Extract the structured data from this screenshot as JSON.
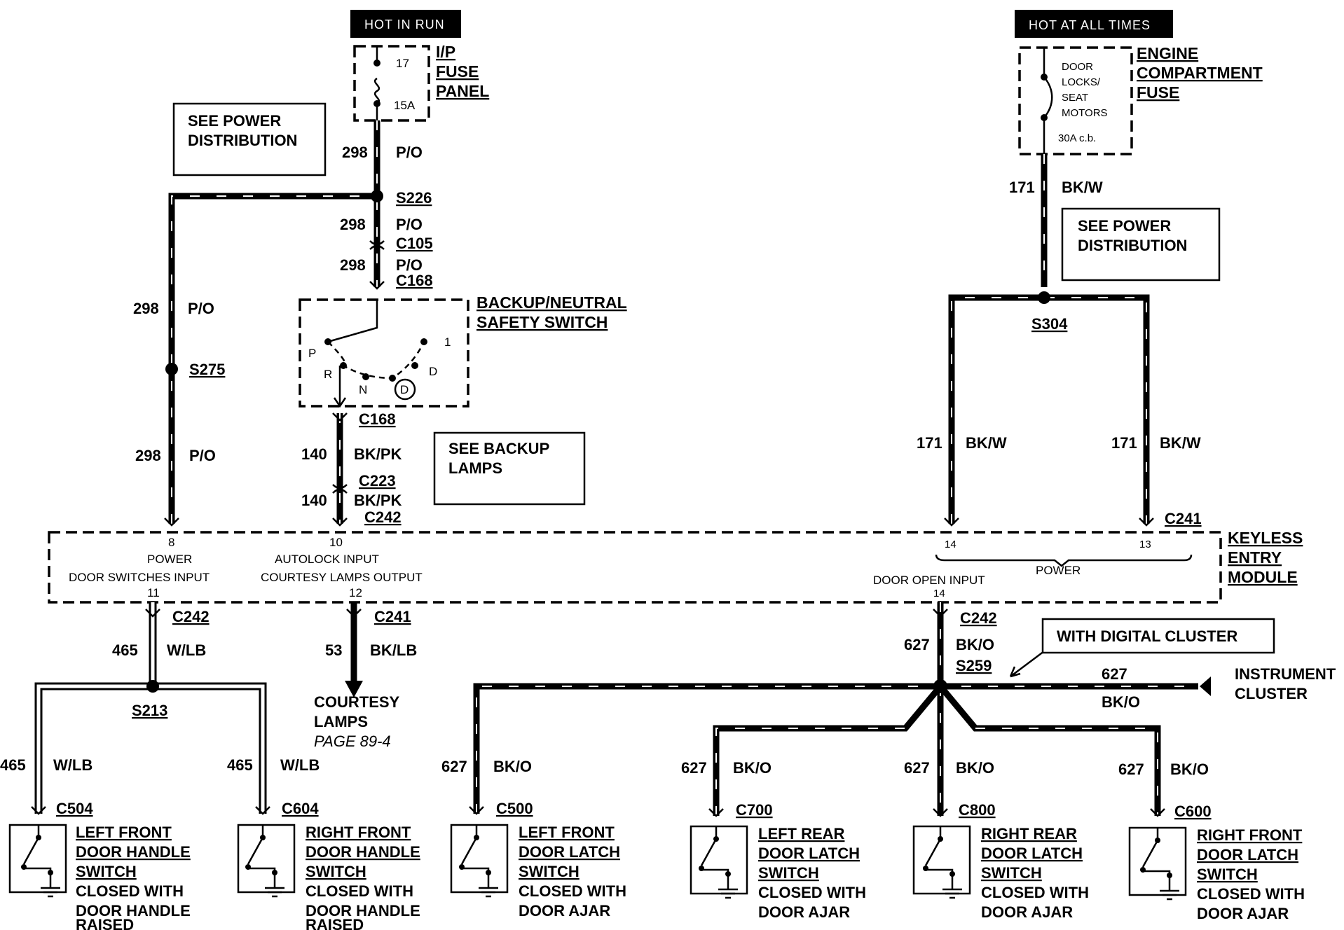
{
  "fuse_ip": {
    "header": "HOT IN RUN",
    "title": [
      "I/P",
      "FUSE",
      "PANEL"
    ],
    "number": "17",
    "rating": "15A"
  },
  "fuse_engine": {
    "header": "HOT AT ALL TIMES",
    "title": [
      "ENGINE",
      "COMPARTMENT",
      "FUSE"
    ],
    "inner": [
      "DOOR",
      "LOCKS/",
      "SEAT",
      "MOTORS",
      "30A c.b."
    ]
  },
  "see_power_left": [
    "SEE POWER",
    "DISTRIBUTION"
  ],
  "see_power_right": [
    "SEE POWER",
    "DISTRIBUTION"
  ],
  "see_backup": [
    "SEE BACKUP",
    "LAMPS"
  ],
  "wires": {
    "w298_a": {
      "num": "298",
      "color": "P/O"
    },
    "w298_b": {
      "num": "298",
      "color": "P/O"
    },
    "w298_c": {
      "num": "298",
      "color": "P/O"
    },
    "w298_left1": {
      "num": "298",
      "color": "P/O"
    },
    "w298_left2": {
      "num": "298",
      "color": "P/O"
    },
    "w140_a": {
      "num": "140",
      "color": "BK/PK"
    },
    "w140_b": {
      "num": "140",
      "color": "BK/PK"
    },
    "w171_top": {
      "num": "171",
      "color": "BK/W"
    },
    "w171_l": {
      "num": "171",
      "color": "BK/W"
    },
    "w171_r": {
      "num": "171",
      "color": "BK/W"
    },
    "w465_top": {
      "num": "465",
      "color": "W/LB"
    },
    "w465_l": {
      "num": "465",
      "color": "W/LB"
    },
    "w465_r": {
      "num": "465",
      "color": "W/LB"
    },
    "w53": {
      "num": "53",
      "color": "BK/LB"
    },
    "w627_top": {
      "num": "627",
      "color": "BK/O"
    },
    "w627_ic": {
      "num": "627",
      "color": "BK/O"
    },
    "w627_1": {
      "num": "627",
      "color": "BK/O"
    },
    "w627_2": {
      "num": "627",
      "color": "BK/O"
    },
    "w627_3": {
      "num": "627",
      "color": "BK/O"
    },
    "w627_4": {
      "num": "627",
      "color": "BK/O"
    }
  },
  "splices": {
    "s226": "S226",
    "s275": "S275",
    "s304": "S304",
    "s213": "S213",
    "s259": "S259"
  },
  "connectors": {
    "c105": "C105",
    "c168_top": "C168",
    "c168_bot": "C168",
    "c223": "C223",
    "c242_top": "C242",
    "c241_top": "C241",
    "c242_l": "C242",
    "c241_mid": "C241",
    "c242_r": "C242",
    "c504": "C504",
    "c604": "C604",
    "c500": "C500",
    "c700": "C700",
    "c800": "C800",
    "c600": "C600"
  },
  "backup_switch": {
    "title": [
      "BACKUP/NEUTRAL",
      "SAFETY SWITCH"
    ],
    "positions": {
      "p": "P",
      "r": "R",
      "n": "N",
      "d": "D",
      "d_circled": "D",
      "one": "1"
    }
  },
  "module": {
    "title": [
      "KEYLESS",
      "ENTRY",
      "MODULE"
    ],
    "pin8": "8",
    "pin8_label": "POWER",
    "pin11_label": "DOOR SWITCHES INPUT",
    "pin11": "11",
    "pin10": "10",
    "pin10_label": "AUTOLOCK INPUT",
    "pin12_label": "COURTESY LAMPS OUTPUT",
    "pin12": "12",
    "pin14a": "14",
    "pin13": "13",
    "power_label": "POWER",
    "door_open_label": "DOOR OPEN INPUT",
    "pin14b": "14"
  },
  "courtesy": {
    "lines": [
      "COURTESY",
      "LAMPS"
    ],
    "page": "PAGE 89-4"
  },
  "digital_cluster": "WITH DIGITAL CLUSTER",
  "instrument_cluster": [
    "INSTRUMENT",
    "CLUSTER"
  ],
  "switches": [
    {
      "title": [
        "LEFT FRONT",
        "DOOR HANDLE",
        "SWITCH"
      ],
      "desc": [
        "CLOSED WITH",
        "DOOR HANDLE",
        "RAISED"
      ]
    },
    {
      "title": [
        "RIGHT FRONT",
        "DOOR HANDLE",
        "SWITCH"
      ],
      "desc": [
        "CLOSED WITH",
        "DOOR HANDLE",
        "RAISED"
      ]
    },
    {
      "title": [
        "LEFT FRONT",
        "DOOR LATCH",
        "SWITCH"
      ],
      "desc": [
        "CLOSED WITH",
        "DOOR AJAR"
      ]
    },
    {
      "title": [
        "LEFT REAR",
        "DOOR LATCH",
        "SWITCH"
      ],
      "desc": [
        "CLOSED WITH",
        "DOOR AJAR"
      ]
    },
    {
      "title": [
        "RIGHT REAR",
        "DOOR LATCH",
        "SWITCH"
      ],
      "desc": [
        "CLOSED WITH",
        "DOOR AJAR"
      ]
    },
    {
      "title": [
        "RIGHT FRONT",
        "DOOR LATCH",
        "SWITCH"
      ],
      "desc": [
        "CLOSED WITH",
        "DOOR AJAR"
      ]
    }
  ]
}
